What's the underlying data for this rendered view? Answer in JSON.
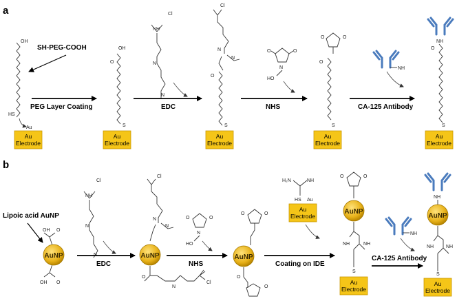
{
  "panels": {
    "a": "a",
    "b": "b"
  },
  "labels": {
    "sh_peg_cooh": "SH-PEG-COOH",
    "peg_coating": "PEG Layer Coating",
    "edc": "EDC",
    "nhs": "NHS",
    "ca125": "CA-125 Antibody",
    "lipoic": "Lipoic acid AuNP",
    "coating_ide": "Coating on IDE"
  },
  "electrode": {
    "line1": "Au",
    "line2": "Electrode"
  },
  "aunp": "AuNP",
  "chem": {
    "cl": "Cl",
    "nh": "NH",
    "n": "N",
    "oh": "OH",
    "ho": "HO",
    "o": "O",
    "s": "S",
    "hs": "HS",
    "au": "Au",
    "nh2": "NH",
    "h2n": "H₂N",
    "sub2": "2",
    "plus": "+",
    "minus": "-"
  },
  "colors": {
    "electrode": "#f5c518",
    "aunp": "#e8b21a",
    "antibody": "#4a7bbd"
  }
}
